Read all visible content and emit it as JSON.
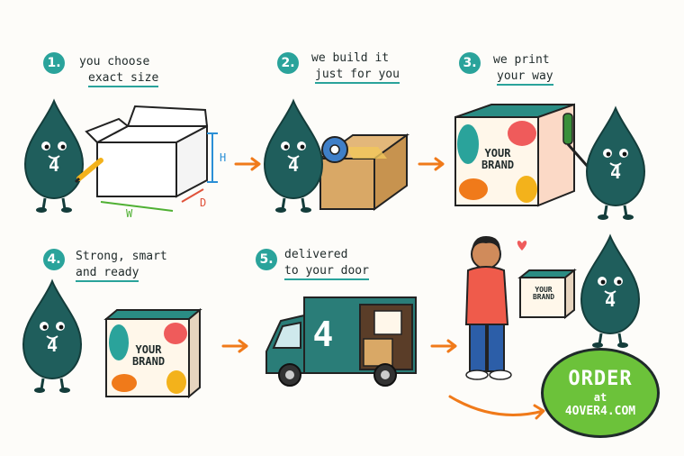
{
  "steps": [
    {
      "num": "1.",
      "line1": "you choose",
      "line2": "exact size"
    },
    {
      "num": "2.",
      "line1": "we build it",
      "line2": "just for you"
    },
    {
      "num": "3.",
      "line1": "we print",
      "line2": "your way"
    },
    {
      "num": "4.",
      "line1": "Strong, smart",
      "line2": "and ready"
    },
    {
      "num": "5.",
      "line1": "delivered",
      "line2": "to your door"
    }
  ],
  "dimensions": {
    "height": "H",
    "width": "W",
    "depth": "D"
  },
  "mascot_digit": "4",
  "brand": {
    "line1": "YOUR",
    "line2": "BRAND"
  },
  "cta": {
    "line1": "ORDER",
    "line2": "at",
    "line3": "4OVER4.COM"
  },
  "colors": {
    "teal": "#1f5e5c",
    "accent": "#2aa39b",
    "orange": "#f07a1a",
    "green": "#6cc23a"
  }
}
